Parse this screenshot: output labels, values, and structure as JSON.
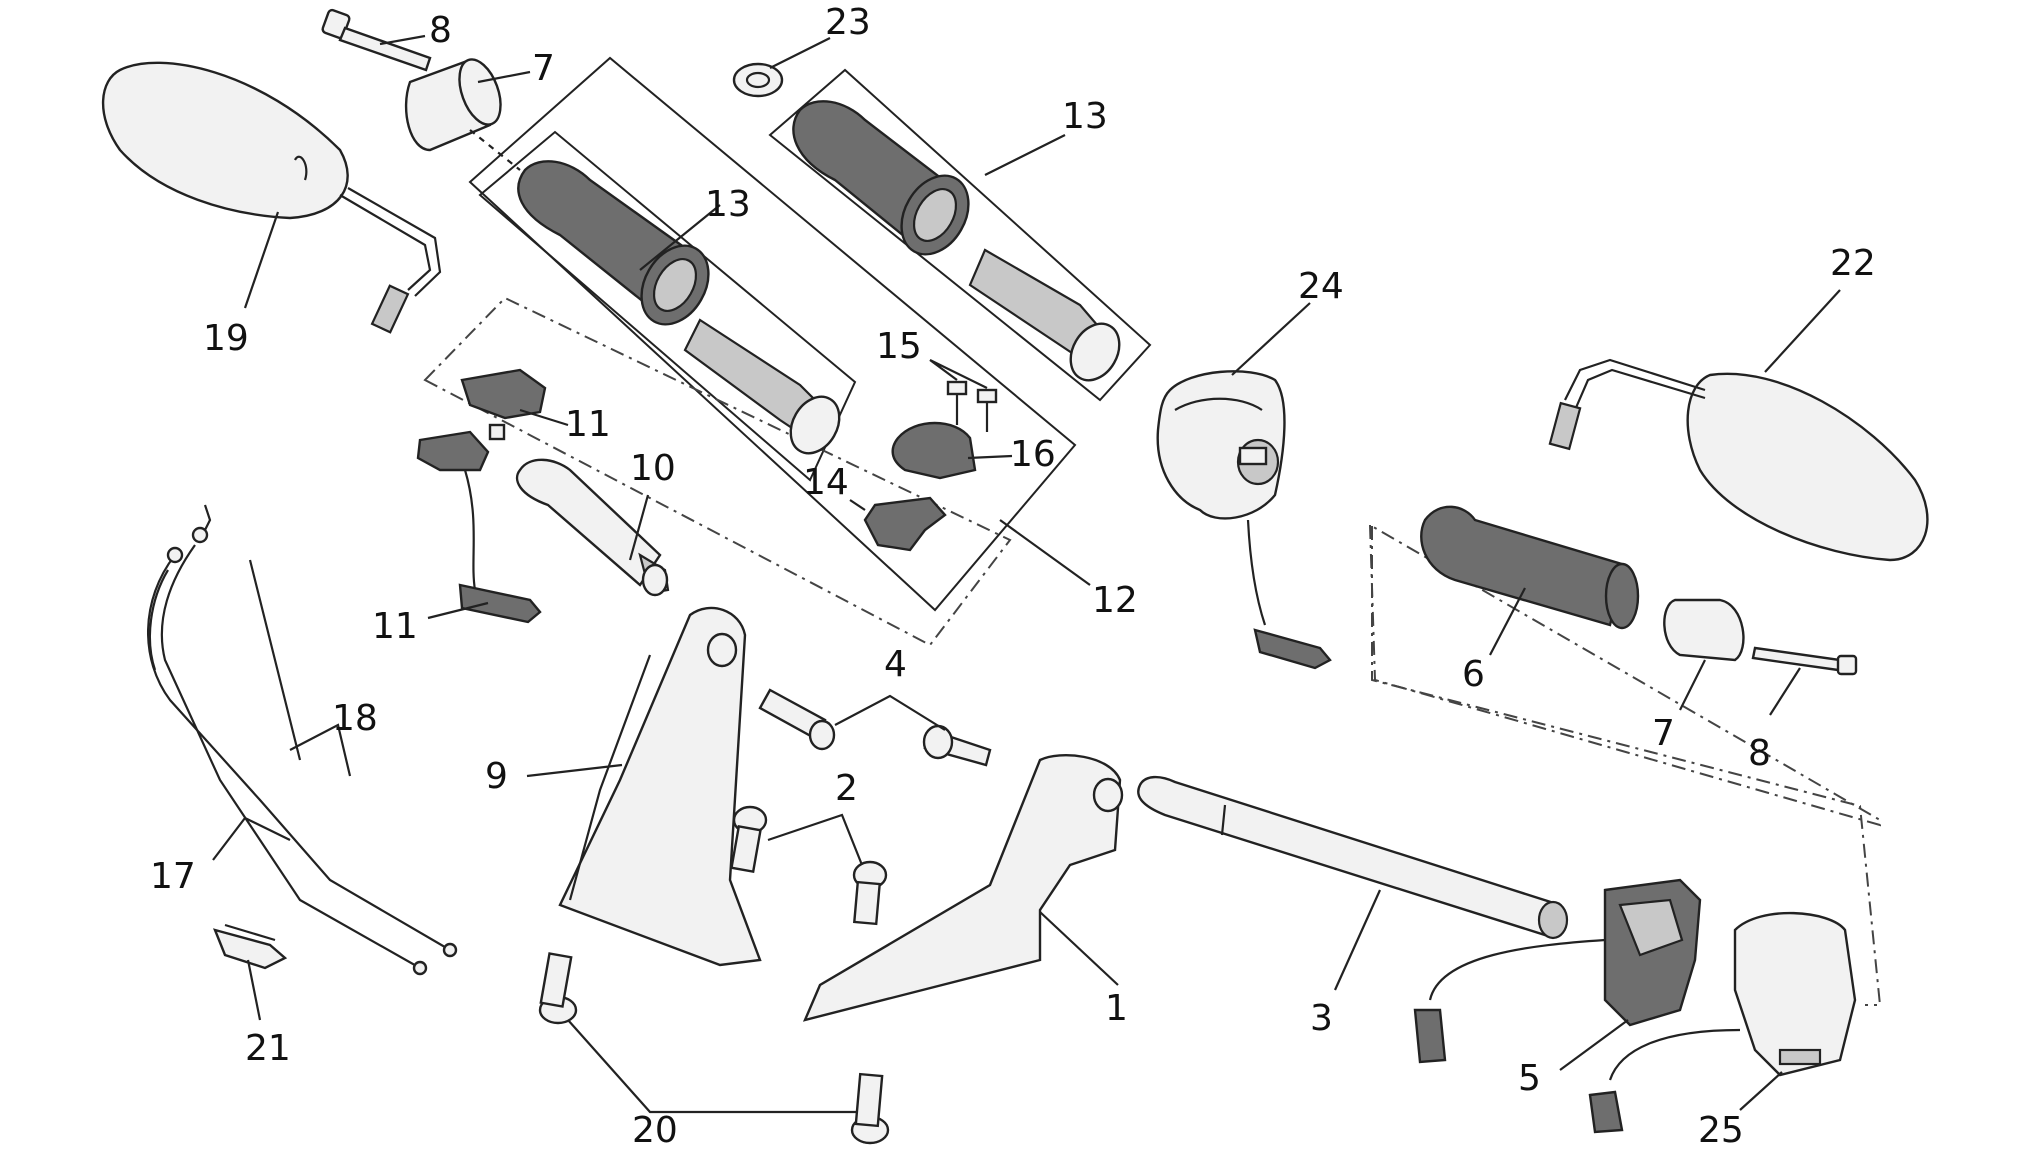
{
  "callouts": {
    "n1": "1",
    "n2": "2",
    "n3": "3",
    "n4": "4",
    "n5": "5",
    "n6": "6",
    "n7a": "7",
    "n7b": "7",
    "n8a": "8",
    "n8b": "8",
    "n9": "9",
    "n10": "10",
    "n11a": "11",
    "n11b": "11",
    "n12": "12",
    "n13a": "13",
    "n13b": "13",
    "n14": "14",
    "n15": "15",
    "n16": "16",
    "n17": "17",
    "n18": "18",
    "n19": "19",
    "n20": "20",
    "n21": "21",
    "n22": "22",
    "n23": "23",
    "n24": "24",
    "n25": "25"
  }
}
